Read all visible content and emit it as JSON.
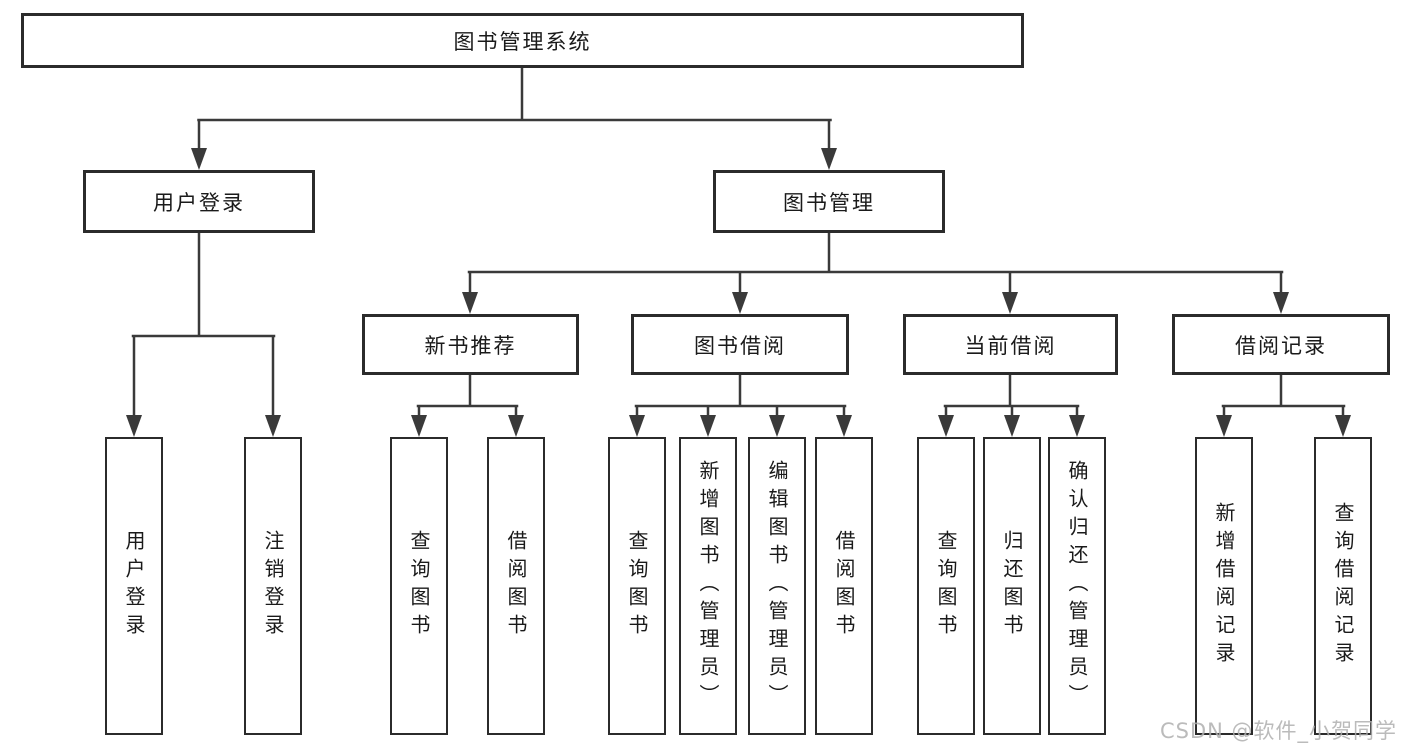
{
  "diagram": {
    "title": "图书管理系统",
    "root": {
      "label": "图书管理系统"
    },
    "level2": [
      {
        "label": "用户登录"
      },
      {
        "label": "图书管理"
      }
    ],
    "level3": [
      {
        "label": "新书推荐",
        "parent": "图书管理"
      },
      {
        "label": "图书借阅",
        "parent": "图书管理"
      },
      {
        "label": "当前借阅",
        "parent": "图书管理"
      },
      {
        "label": "借阅记录",
        "parent": "图书管理"
      }
    ],
    "leaves": [
      {
        "label": "用户登录",
        "parent": "用户登录"
      },
      {
        "label": "注销登录",
        "parent": "用户登录"
      },
      {
        "label": "查询图书",
        "parent": "新书推荐"
      },
      {
        "label": "借阅图书",
        "parent": "新书推荐"
      },
      {
        "label": "查询图书",
        "parent": "图书借阅"
      },
      {
        "label": "新增图书（管理员）",
        "parent": "图书借阅"
      },
      {
        "label": "编辑图书（管理员）",
        "parent": "图书借阅"
      },
      {
        "label": "借阅图书",
        "parent": "图书借阅"
      },
      {
        "label": "查询图书",
        "parent": "当前借阅"
      },
      {
        "label": "归还图书",
        "parent": "当前借阅"
      },
      {
        "label": "确认归还（管理员）",
        "parent": "当前借阅"
      },
      {
        "label": "新增借阅记录",
        "parent": "借阅记录"
      },
      {
        "label": "查询借阅记录",
        "parent": "借阅记录"
      }
    ],
    "colors": {
      "line": "#3a3a3a",
      "border": "#2b2b2b",
      "text": "#1a1a1a",
      "background": "#ffffff",
      "watermark": "#afafaf"
    }
  },
  "watermark": {
    "text": "CSDN @软件_小贺同学"
  }
}
